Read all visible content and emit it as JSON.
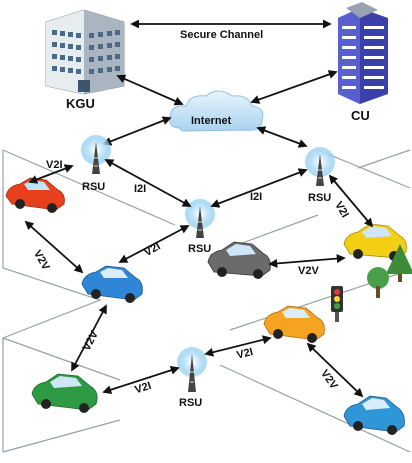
{
  "nodes": {
    "kgu": "KGU",
    "cu": "CU",
    "internet": "Internet",
    "rsu_left": "RSU",
    "rsu_middle": "RSU",
    "rsu_right": "RSU",
    "rsu_bottom": "RSU"
  },
  "links": {
    "secure_channel": "Secure Channel",
    "v2i_left": "V2I",
    "i2i_left": "I2I",
    "i2i_right": "I2I",
    "v2i_middle": "V2I",
    "v2i_right": "V2I",
    "v2v_left": "V2V",
    "v2v_right": "V2V",
    "v2v_bottom_left": "V2V",
    "v2i_bottom_right": "V2I",
    "v2i_bottom_left": "V2I",
    "v2v_bottom_right": "V2V"
  },
  "colors": {
    "red_car": "#e8401c",
    "blue_car": "#2f86d6",
    "gray_car": "#6b6b6b",
    "yellow_car": "#f2cf15",
    "orange_car": "#f5a320",
    "green_car": "#2e9a44",
    "blue_car_2": "#2f96d8",
    "cloud": "#cfe6f7",
    "cu_building": "#3b3fa8",
    "kgu_building": "#b9c3cc"
  }
}
